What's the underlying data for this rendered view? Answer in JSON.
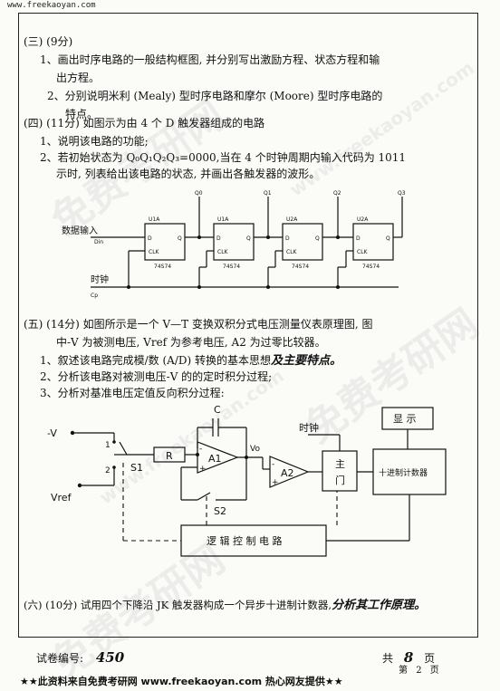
{
  "site": "www.freekaoyan.com",
  "watermarks": [
    "免费考研网",
    "www.freekaoyan.com",
    "免费考研网",
    "www.freekaoyan.com",
    "免费考研网"
  ],
  "q3": {
    "heading": "(三) (9分)",
    "item1_line1": "1、画出时序电路的一般结构框图, 并分别写出激励方程、状态方程和输",
    "item1_line2": "出方程。",
    "item2_line1": "2、分别说明米利 (Mealy) 型时序电路和摩尔 (Moore) 型时序电路的",
    "item2_line2": "特点。"
  },
  "q4": {
    "heading": "(四) (11分) 如图示为由 4 个 D 触发器组成的电路",
    "item1": "1、说明该电路的功能;",
    "item2_line1": "2、若初始状态为 Q₀Q₁Q₂Q₃=0000,当在 4 个时钟周期内输入代码为 1011",
    "item2_line2": "示时, 列表给出该电路的状态, 并画出各触发器的波形。"
  },
  "circuit1": {
    "input_label": "数据输入",
    "input_sub": "Din",
    "clock_label": "时钟",
    "clock_sub": "Cp",
    "outputs": [
      "Q0",
      "Q1",
      "Q2",
      "Q3"
    ],
    "chip": "74S74",
    "unit_labels": [
      "U1A",
      "U1A",
      "U2A",
      "U2A"
    ],
    "pin_d": "D",
    "pin_q": "Q",
    "pin_clk": "CLK"
  },
  "q5": {
    "heading_line1": "(五) (14分) 如图所示是一个 V—T 变换双积分式电压测量仪表原理图, 图",
    "heading_line2": "中-V 为被测电压, Vref 为参考电压, A2 为过零比较器。",
    "item1": "1、叙述该电路完成模/数 (A/D) 转换的基本思想",
    "item1_hand": "及主要特点。",
    "item2": "2、分析该电路对被测电压-V 的的定时积分过程;",
    "item3": "3、分析对基准电压定值反向积分过程:"
  },
  "circuit2": {
    "neg_v": "-V",
    "vref": "Vref",
    "sw1_pos1": "1",
    "sw1_pos2": "2",
    "s1": "S1",
    "r": "R",
    "c": "C",
    "a1": "A1",
    "a2": "A2",
    "s2": "S2",
    "vo": "Vo",
    "clock": "时钟",
    "gate_line1": "主",
    "gate_line2": "门",
    "display": "显 示",
    "counter": "十进制计数器",
    "logic": "逻 辑 控 制 电 路",
    "minus": "-",
    "plus": "+"
  },
  "q6": {
    "text": "(六) (10分) 试用四个下降沿 JK 触发器构成一个异步十进制计数器,",
    "hand": "分析其工作原理。"
  },
  "footer": {
    "exam_no_label": "试卷编号:",
    "exam_no": "450",
    "total_label": "共",
    "total_pages": "8",
    "page_unit": "页",
    "page_label": "第",
    "page_no": "2",
    "page_unit2": "页"
  },
  "banner": "★★此资料来自免费考研网 www.freekaoyan.com 热心网友提供★★"
}
